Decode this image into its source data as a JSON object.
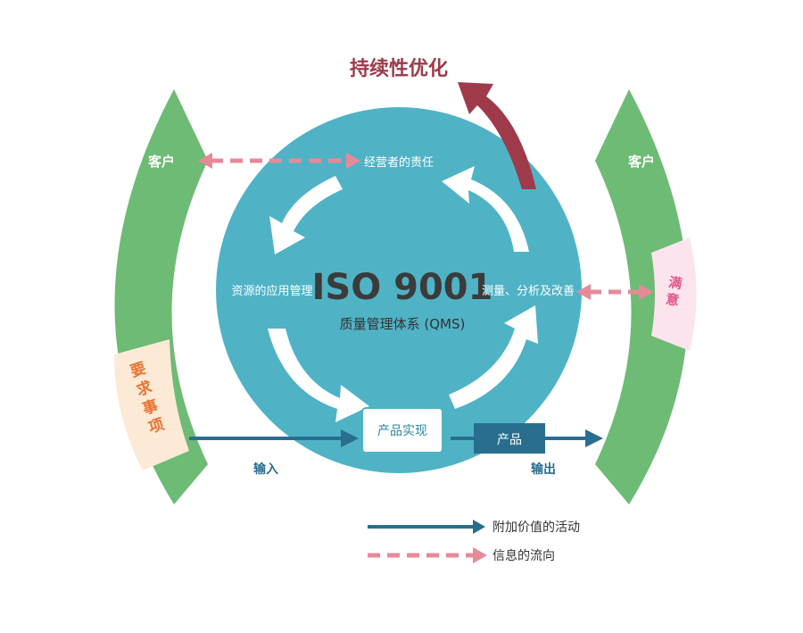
{
  "title": "持续性优化",
  "center": {
    "title": "ISO 9001",
    "subtitle": "质量管理体系 (QMS)"
  },
  "processes": {
    "top": "经营者的责任",
    "left": "资源的应用管理",
    "right": "测量、分析及改善",
    "bottom": "产品实现"
  },
  "customers": {
    "left": "客户",
    "right": "客户"
  },
  "requirements": {
    "lines": [
      "要",
      "求",
      "事",
      "项"
    ]
  },
  "satisfaction": {
    "lines": [
      "满",
      "意"
    ]
  },
  "flow": {
    "input_label": "输入",
    "output_label": "输出",
    "product_box": "产品"
  },
  "legend": {
    "value_added": "附加价值的活动",
    "info_flow": "信息的流向"
  },
  "colors": {
    "green": "#6dbb74",
    "teal": "#4fb3c5",
    "navy": "#2a6e8f",
    "maroon": "#9e3a4a",
    "pink": "#e8899a",
    "orange": "#e87430",
    "requirement_bg": "#fce9d6",
    "satisfaction_bg": "#fce4ee",
    "satisfaction_text": "#e0588a"
  }
}
